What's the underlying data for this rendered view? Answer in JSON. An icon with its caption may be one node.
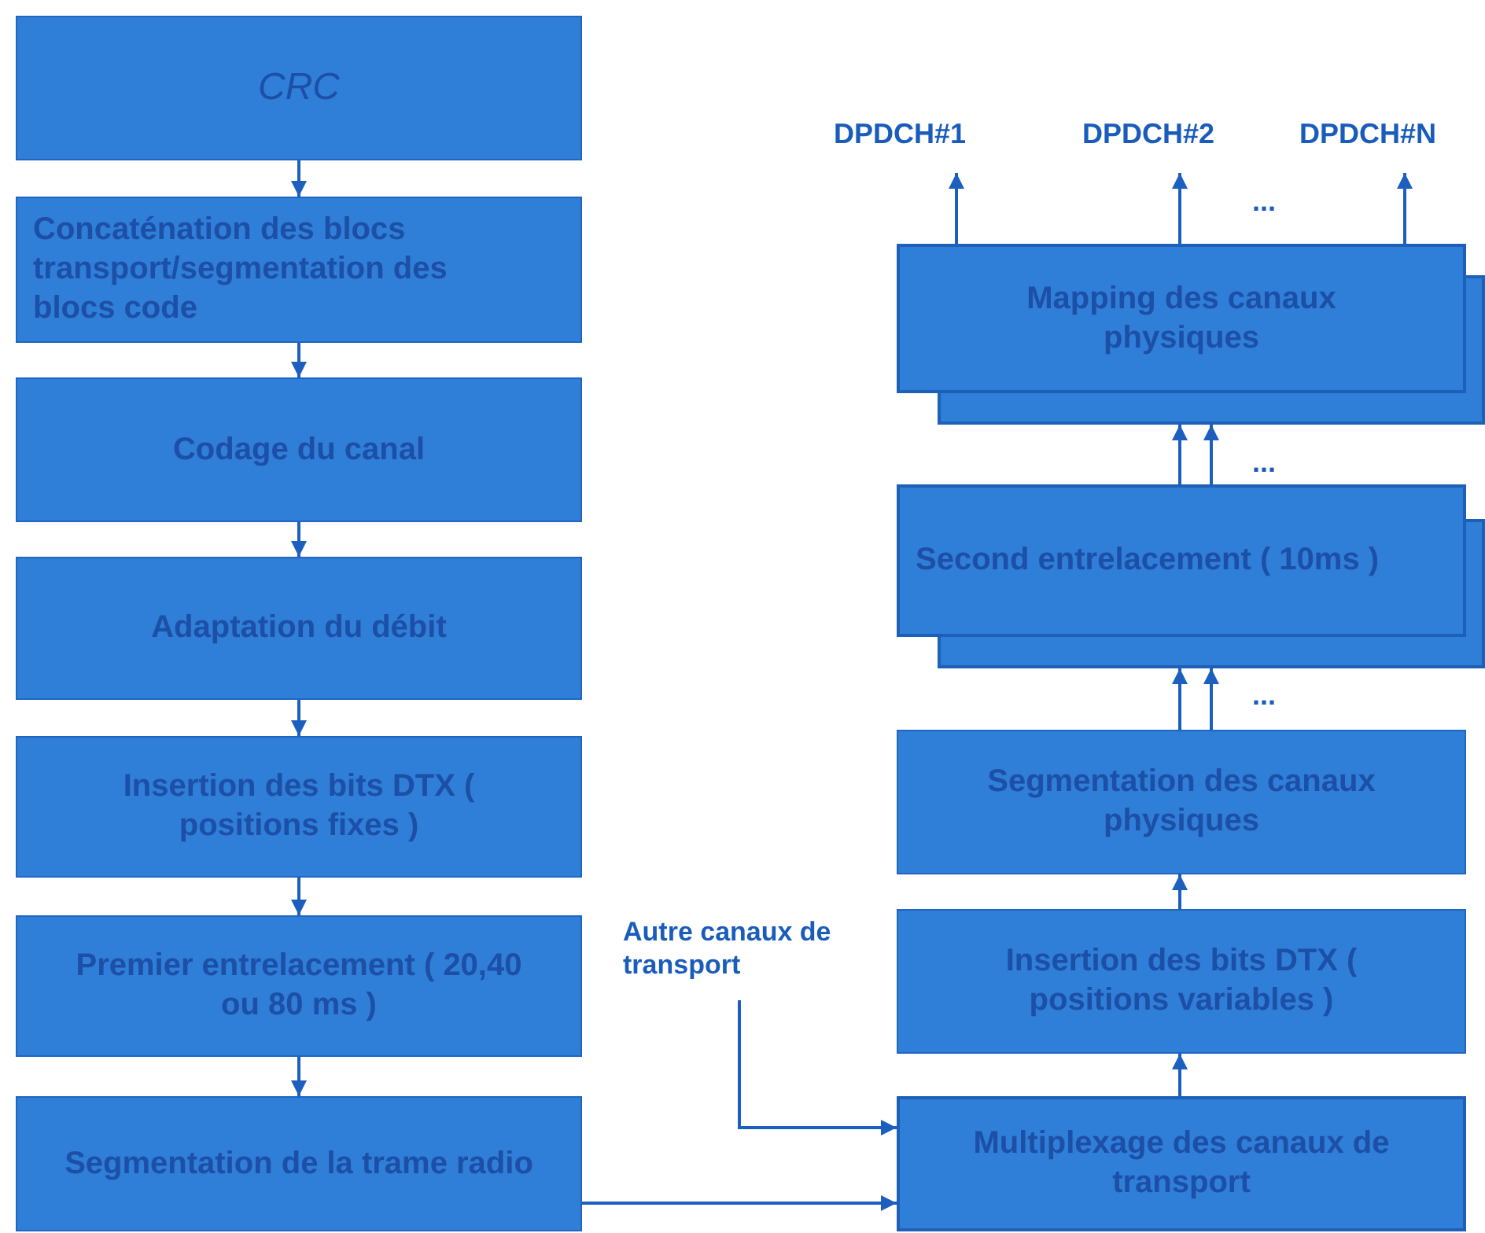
{
  "diagram": {
    "nodes": [
      {
        "text": [
          "CRC"
        ]
      },
      {
        "text": [
          "Concaténation des blocs transport/segmentation des blocs code"
        ]
      },
      {
        "text": [
          "Codage du canal"
        ]
      },
      {
        "text": [
          "Adaptation du débit"
        ]
      },
      {
        "text": [
          "Insertion des bits DTX ( positions fixes )"
        ]
      },
      {
        "text": [
          "Premier entrelacement ( 20,40 ou 80 ms )"
        ]
      },
      {
        "text": [
          "Segmentation de la trame radio"
        ]
      },
      {
        "text": [
          "Autre canaux de transport"
        ]
      },
      {
        "text": [
          "Multiplexage des canaux de transport"
        ]
      },
      {
        "text": [
          "Insertion des bits DTX ( positions variables )"
        ]
      },
      {
        "text": [
          "Segmentation des canaux physiques"
        ]
      },
      {
        "text": [
          "Second entrelacement ( 10ms )"
        ]
      },
      {
        "text": [
          "Mapping des canaux physiques"
        ]
      },
      {
        "text": [
          "DPDCH#1"
        ]
      },
      {
        "text": [
          "DPDCH#2"
        ]
      },
      {
        "text": [
          "DPDCH#N"
        ]
      }
    ],
    "edges": [
      {
        "from": 0,
        "to": 1,
        "arrow": "to"
      },
      {
        "from": 1,
        "to": 2,
        "arrow": "to"
      },
      {
        "from": 2,
        "to": 3,
        "arrow": "to"
      },
      {
        "from": 3,
        "to": 4,
        "arrow": "to"
      },
      {
        "from": 4,
        "to": 5,
        "arrow": "to"
      },
      {
        "from": 5,
        "to": 6,
        "arrow": "to"
      },
      {
        "from": 6,
        "to": 8,
        "arrow": "to"
      },
      {
        "from": 7,
        "to": 8,
        "arrow": "to"
      },
      {
        "from": 8,
        "to": 9,
        "arrow": "to"
      },
      {
        "from": 9,
        "to": 10,
        "arrow": "to"
      },
      {
        "from": 10,
        "to": 11,
        "arrow": "to"
      },
      {
        "from": 10,
        "to": 11,
        "arrow": "to"
      },
      {
        "from": 11,
        "to": 12,
        "arrow": "to"
      },
      {
        "from": 11,
        "to": 12,
        "arrow": "to"
      },
      {
        "from": 12,
        "to": 13,
        "arrow": "to"
      },
      {
        "from": 12,
        "to": 14,
        "arrow": "to"
      },
      {
        "from": 12,
        "to": 15,
        "arrow": "to"
      }
    ],
    "labels": [
      "...",
      "...",
      "..."
    ]
  }
}
